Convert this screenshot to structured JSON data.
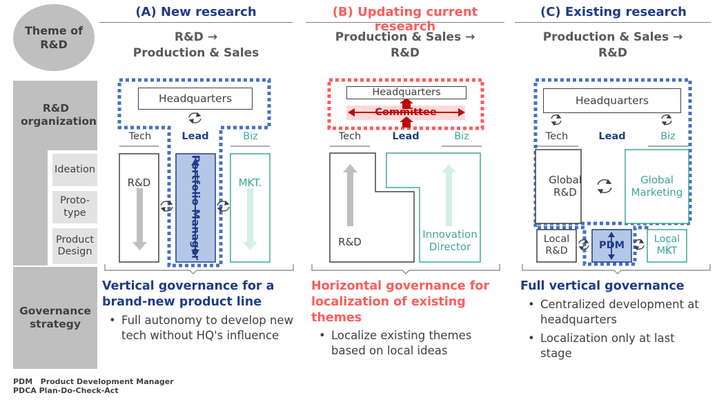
{
  "colors": {
    "navy": "#1f3c88",
    "red": "#ff5b5b",
    "teal": "#3fa596",
    "grey": "#bfbfbf",
    "blue_dotted": "#4472c4"
  },
  "left": {
    "theme_label": "Theme of R&D",
    "org_label": "R&D organization",
    "stages": [
      "Ideation",
      "Proto-type",
      "Product Design"
    ],
    "gov_label": "Governance strategy"
  },
  "columns": [
    {
      "title": "(A) New research",
      "theme_line1": "R&D →",
      "theme_line2": "Production & Sales",
      "hq": "Headquarters",
      "depts": [
        "Tech",
        "Lead",
        "Biz"
      ],
      "rd": "R&D",
      "pm": "Portfolio Manager",
      "mkt": "MKT.",
      "gov_title": "Vertical governance for a brand-new product line",
      "bullets": [
        "Full autonomy to develop new tech without HQ's influence"
      ]
    },
    {
      "title": "(B) Updating current research",
      "theme_line1": "Production & Sales →",
      "theme_line2": "R&D",
      "hq": "Headquarters",
      "committee": "Committee",
      "depts": [
        "Tech",
        "Lead",
        "Biz"
      ],
      "rd": "R&D",
      "innovation": "Innovation Director",
      "gov_title": "Horizontal governance for localization of existing themes",
      "bullets": [
        "Localize existing themes based on local ideas"
      ]
    },
    {
      "title": "(C) Existing research",
      "theme_line1": "Production & Sales →",
      "theme_line2": "R&D",
      "hq": "Headquarters",
      "depts": [
        "Tech",
        "Lead",
        "Biz"
      ],
      "global_rd": "Global R&D",
      "global_mkt": "Global Marketing",
      "local_rd": "Local R&D",
      "pdm": "PDM",
      "local_mkt": "Local MKT",
      "gov_title": "Full vertical governance",
      "bullets": [
        "Centralized development at headquarters",
        "Localization only at last stage"
      ]
    }
  ],
  "footnotes": [
    "PDM   Product Development Manager",
    "PDCA Plan-Do-Check-Act"
  ]
}
